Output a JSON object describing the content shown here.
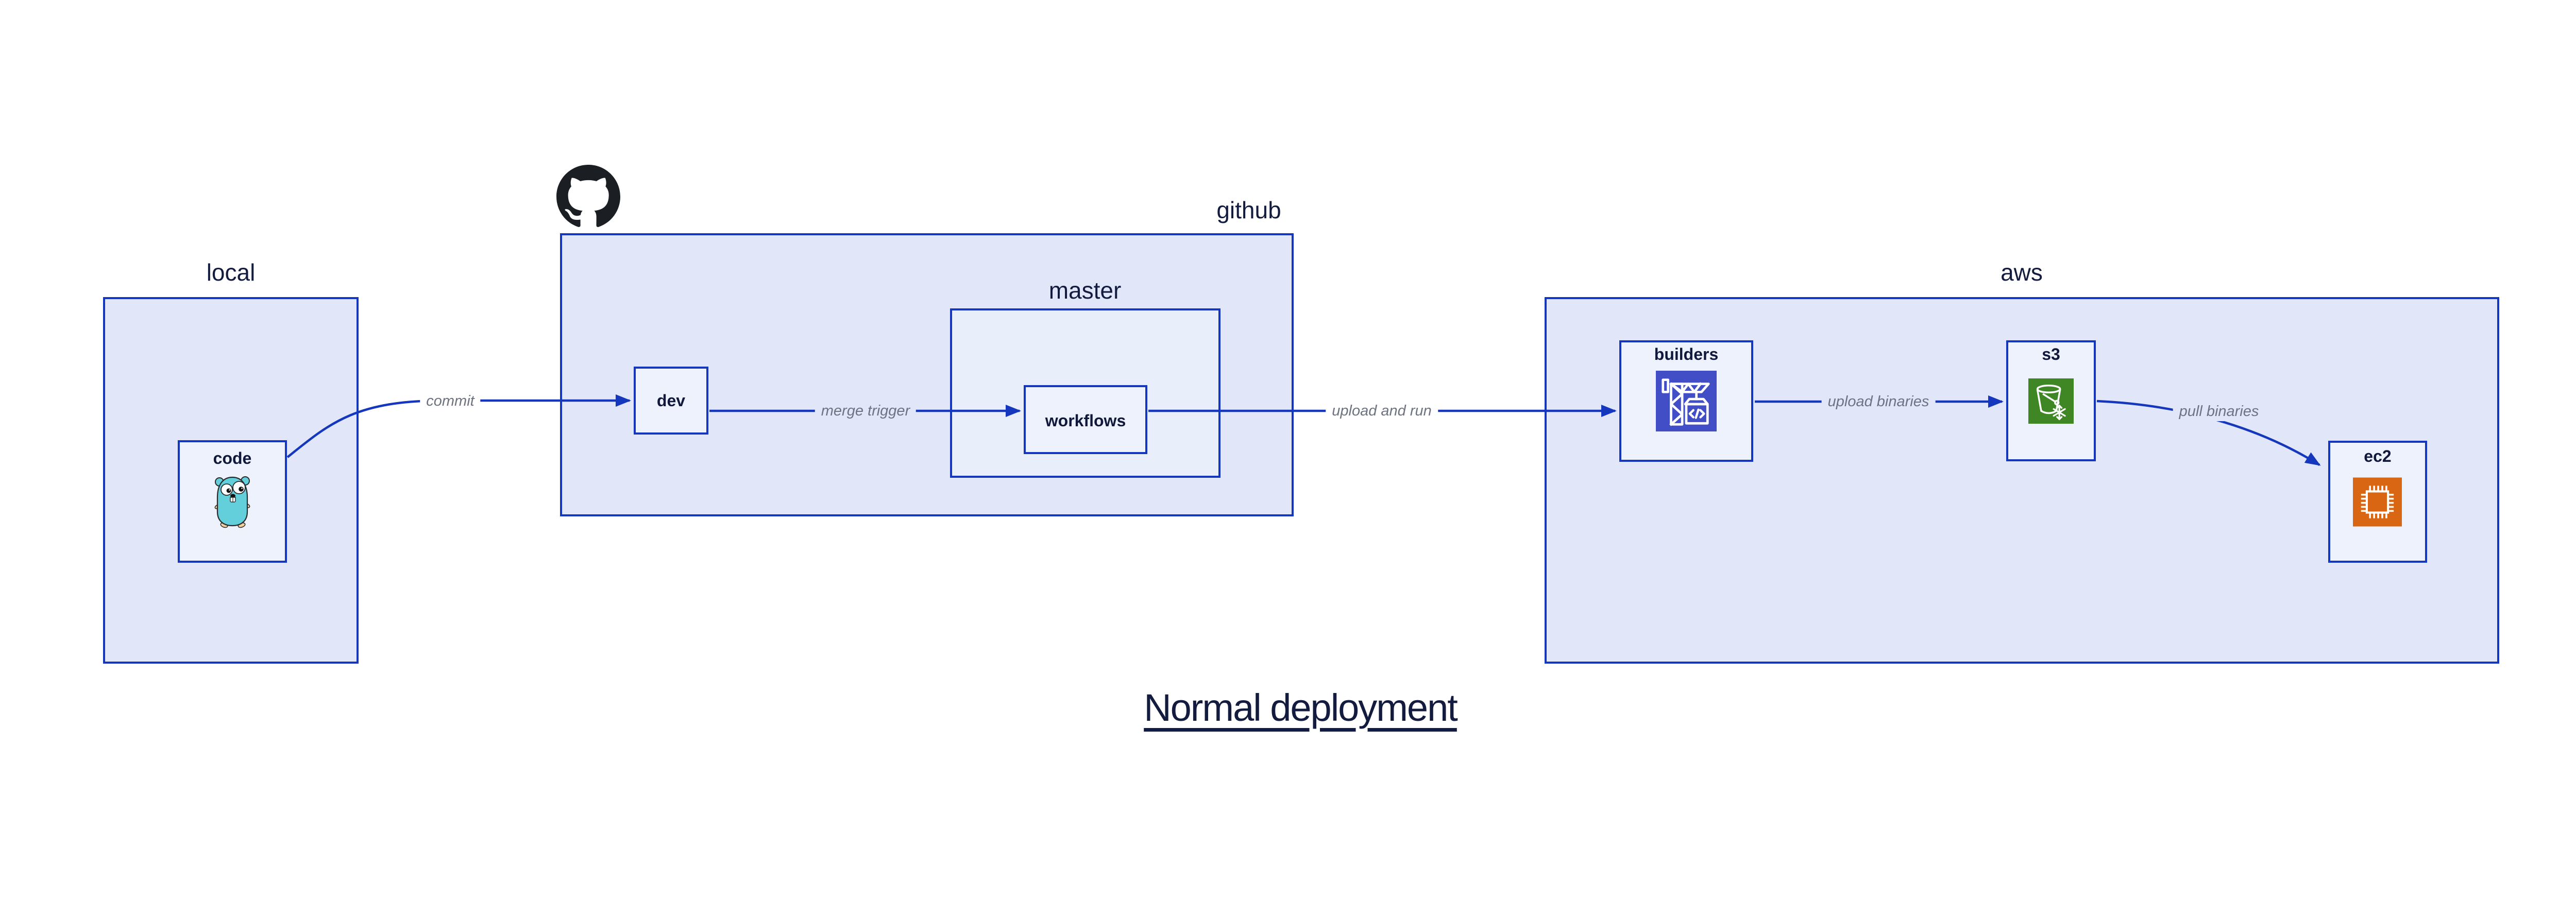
{
  "title": "Normal deployment",
  "containers": {
    "local": {
      "label": "local"
    },
    "github": {
      "label": "github"
    },
    "master": {
      "label": "master"
    },
    "aws": {
      "label": "aws"
    }
  },
  "nodes": {
    "code": {
      "label": "code",
      "icon": "go-gopher-icon"
    },
    "dev": {
      "label": "dev"
    },
    "workflows": {
      "label": "workflows"
    },
    "builders": {
      "label": "builders",
      "icon": "codebuild-crane-icon"
    },
    "s3": {
      "label": "s3",
      "icon": "s3-glacier-bucket-icon"
    },
    "ec2": {
      "label": "ec2",
      "icon": "ec2-chip-icon"
    }
  },
  "edges": {
    "commit": {
      "label": "commit",
      "from": "code",
      "to": "dev"
    },
    "merge_trigger": {
      "label": "merge trigger",
      "from": "dev",
      "to": "workflows"
    },
    "upload_and_run": {
      "label": "upload and run",
      "from": "workflows",
      "to": "builders"
    },
    "upload_binaries": {
      "label": "upload binaries",
      "from": "builders",
      "to": "s3"
    },
    "pull_binaries": {
      "label": "pull binaries",
      "from": "s3",
      "to": "ec2"
    }
  },
  "icons": {
    "github_logo": "github-octocat-logo"
  },
  "colors": {
    "border_blue": "#1437bd",
    "container_fill": "#e1e7f8",
    "master_fill": "#e9eefb",
    "node_fill": "#eef2fc",
    "label_navy": "#131b3e",
    "edge_label_gray": "#6d7380",
    "builders_icon_bg": "#424ec6",
    "s3_icon_bg": "#3f8624",
    "ec2_icon_bg": "#d86613",
    "octocat_black": "#1b1f23",
    "gopher_teal": "#63cfdb"
  }
}
